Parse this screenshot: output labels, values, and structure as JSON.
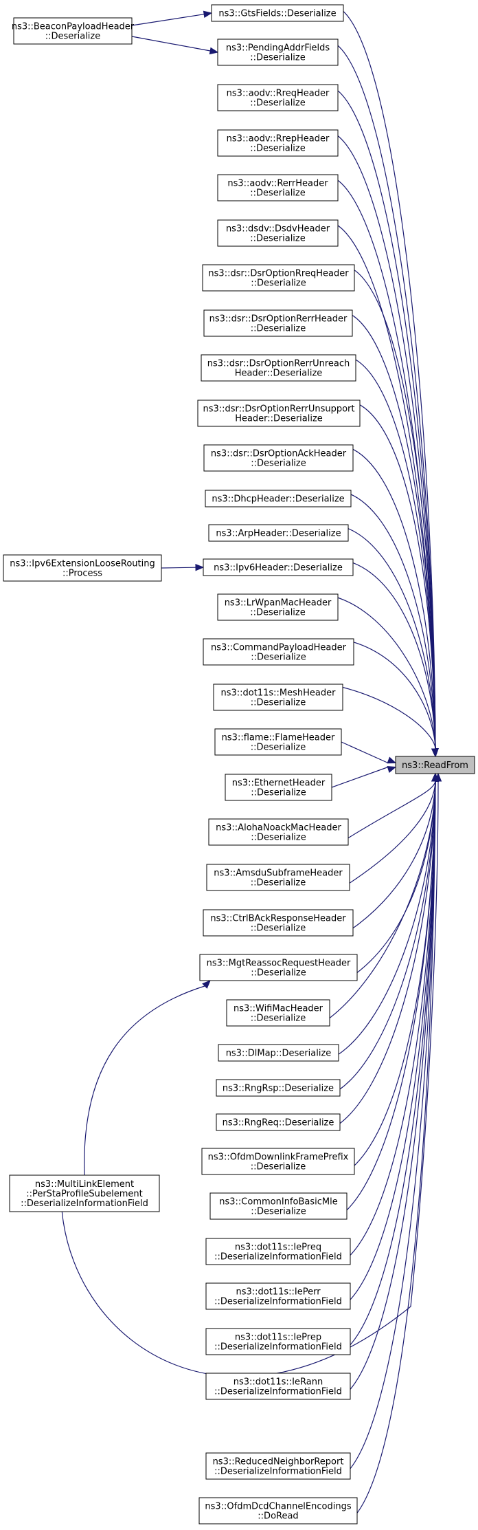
{
  "target": {
    "id": "readfrom",
    "lines": [
      "ns3::ReadFrom"
    ]
  },
  "callers": [
    {
      "id": "gts",
      "lines": [
        "ns3::GtsFields::Deserialize"
      ]
    },
    {
      "id": "pending",
      "lines": [
        "ns3::PendingAddrFields",
        "::Deserialize"
      ]
    },
    {
      "id": "rreq",
      "lines": [
        "ns3::aodv::RreqHeader",
        "::Deserialize"
      ]
    },
    {
      "id": "rrep",
      "lines": [
        "ns3::aodv::RrepHeader",
        "::Deserialize"
      ]
    },
    {
      "id": "rerr",
      "lines": [
        "ns3::aodv::RerrHeader",
        "::Deserialize"
      ]
    },
    {
      "id": "dsdv",
      "lines": [
        "ns3::dsdv::DsdvHeader",
        "::Deserialize"
      ]
    },
    {
      "id": "dsrrreq",
      "lines": [
        "ns3::dsr::DsrOptionRreqHeader",
        "::Deserialize"
      ]
    },
    {
      "id": "dsrrerr",
      "lines": [
        "ns3::dsr::DsrOptionRerrHeader",
        "::Deserialize"
      ]
    },
    {
      "id": "dsrunreach",
      "lines": [
        "ns3::dsr::DsrOptionRerrUnreach",
        "Header::Deserialize"
      ]
    },
    {
      "id": "dsrunsupport",
      "lines": [
        "ns3::dsr::DsrOptionRerrUnsupport",
        "Header::Deserialize"
      ]
    },
    {
      "id": "dsrack",
      "lines": [
        "ns3::dsr::DsrOptionAckHeader",
        "::Deserialize"
      ]
    },
    {
      "id": "dhcp",
      "lines": [
        "ns3::DhcpHeader::Deserialize"
      ]
    },
    {
      "id": "arp",
      "lines": [
        "ns3::ArpHeader::Deserialize"
      ]
    },
    {
      "id": "ipv6",
      "lines": [
        "ns3::Ipv6Header::Deserialize"
      ]
    },
    {
      "id": "lrwpan",
      "lines": [
        "ns3::LrWpanMacHeader",
        "::Deserialize"
      ]
    },
    {
      "id": "cmdpayload",
      "lines": [
        "ns3::CommandPayloadHeader",
        "::Deserialize"
      ]
    },
    {
      "id": "mesh",
      "lines": [
        "ns3::dot11s::MeshHeader",
        "::Deserialize"
      ]
    },
    {
      "id": "flame",
      "lines": [
        "ns3::flame::FlameHeader",
        "::Deserialize"
      ]
    },
    {
      "id": "ethernet",
      "lines": [
        "ns3::EthernetHeader",
        "::Deserialize"
      ]
    },
    {
      "id": "aloha",
      "lines": [
        "ns3::AlohaNoackMacHeader",
        "::Deserialize"
      ]
    },
    {
      "id": "amsdu",
      "lines": [
        "ns3::AmsduSubframeHeader",
        "::Deserialize"
      ]
    },
    {
      "id": "ctrlback",
      "lines": [
        "ns3::CtrlBAckResponseHeader",
        "::Deserialize"
      ]
    },
    {
      "id": "mgtreassoc",
      "lines": [
        "ns3::MgtReassocRequestHeader",
        "::Deserialize"
      ]
    },
    {
      "id": "wifimac",
      "lines": [
        "ns3::WifiMacHeader",
        "::Deserialize"
      ]
    },
    {
      "id": "dlmap",
      "lines": [
        "ns3::DlMap::Deserialize"
      ]
    },
    {
      "id": "rngrsp",
      "lines": [
        "ns3::RngRsp::Deserialize"
      ]
    },
    {
      "id": "rngreq",
      "lines": [
        "ns3::RngReq::Deserialize"
      ]
    },
    {
      "id": "ofdmdl",
      "lines": [
        "ns3::OfdmDownlinkFramePrefix",
        "::Deserialize"
      ]
    },
    {
      "id": "commoninfo",
      "lines": [
        "ns3::CommonInfoBasicMle",
        "::Deserialize"
      ]
    },
    {
      "id": "iepreq",
      "lines": [
        "ns3::dot11s::IePreq",
        "::DeserializeInformationField"
      ]
    },
    {
      "id": "ieperr",
      "lines": [
        "ns3::dot11s::IePerr",
        "::DeserializeInformationField"
      ]
    },
    {
      "id": "ieprep",
      "lines": [
        "ns3::dot11s::IePrep",
        "::DeserializeInformationField"
      ]
    },
    {
      "id": "ierann",
      "lines": [
        "ns3::dot11s::IeRann",
        "::DeserializeInformationField"
      ]
    },
    {
      "id": "reducedneighbor",
      "lines": [
        "ns3::ReducedNeighborReport",
        "::DeserializeInformationField"
      ]
    },
    {
      "id": "ofdmdcd",
      "lines": [
        "ns3::OfdmDcdChannelEncodings",
        "::DoRead"
      ]
    }
  ],
  "secondary_callers": [
    {
      "id": "beacon",
      "lines": [
        "ns3::BeaconPayloadHeader",
        "::Deserialize"
      ],
      "calls": [
        "gts",
        "pending"
      ]
    },
    {
      "id": "ipv6loose",
      "lines": [
        "ns3::Ipv6ExtensionLooseRouting",
        "::Process"
      ],
      "calls": [
        "ipv6"
      ]
    },
    {
      "id": "multilink",
      "lines": [
        "ns3::MultiLinkElement",
        "::PerStaProfileSubelement",
        "::DeserializeInformationField"
      ],
      "calls": [
        "mgtreassoc",
        "readfrom"
      ]
    }
  ]
}
